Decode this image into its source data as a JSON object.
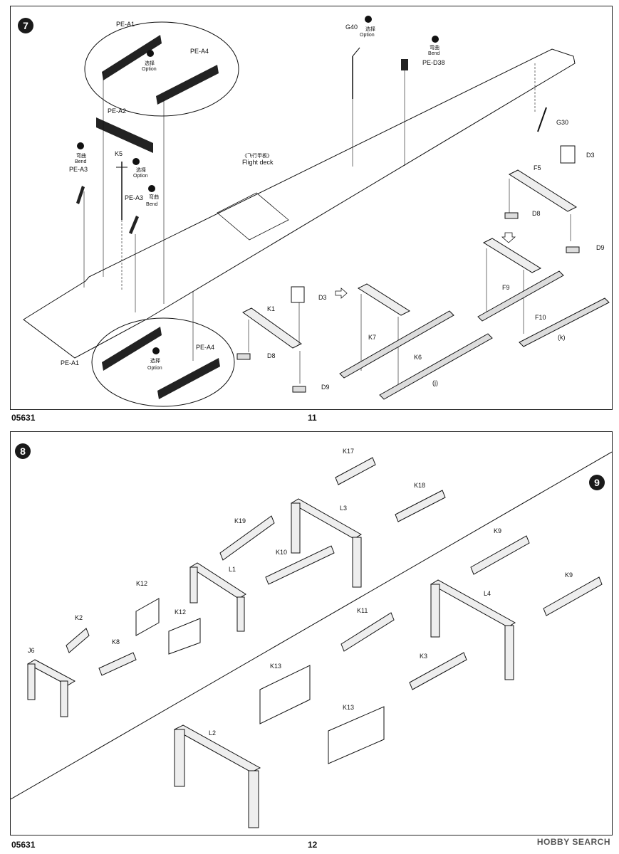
{
  "pages": [
    {
      "number": "11",
      "code": "05631",
      "step": "7"
    },
    {
      "number": "12",
      "code": "05631",
      "step": "8",
      "step2": "9"
    }
  ],
  "p1": {
    "flight_deck_cn": "《飞行甲板》",
    "flight_deck": "Flight deck",
    "labels": {
      "pe_a1_top": "PE-A1",
      "pe_a4_top": "PE-A4",
      "pe_a2": "PE-A2",
      "pe_a3_left": "PE-A3",
      "pe_a3_mid": "PE-A3",
      "k5": "K5",
      "g40": "G40",
      "pe_d38": "PE-D38",
      "g30": "G30",
      "d3_right": "D3",
      "f5": "F5",
      "d8_right": "D8",
      "d9_right": "D9",
      "f9": "F9",
      "f10": "F10",
      "k_note": "(k)",
      "d3_mid": "D3",
      "k1": "K1",
      "d8_mid": "D8",
      "d9_mid": "D9",
      "k7": "K7",
      "k6": "K6",
      "j_note": "(j)",
      "pe_a1_bot": "PE-A1",
      "pe_a4_bot": "PE-A4"
    },
    "option_cn": "选择",
    "option": "Option",
    "bend_cn": "弯曲",
    "bend": "Bend"
  },
  "p2": {
    "labels": {
      "k17": "K17",
      "k18": "K18",
      "l3": "L3",
      "k19": "K19",
      "k10": "K10",
      "l1": "L1",
      "k12a": "K12",
      "k12b": "K12",
      "k2": "K2",
      "k8": "K8",
      "j6": "J6",
      "k9a": "K9",
      "k9b": "K9",
      "l4": "L4",
      "k11": "K11",
      "k3": "K3",
      "k13a": "K13",
      "k13b": "K13",
      "l2": "L2"
    }
  },
  "watermark": "HOBBY SEARCH"
}
